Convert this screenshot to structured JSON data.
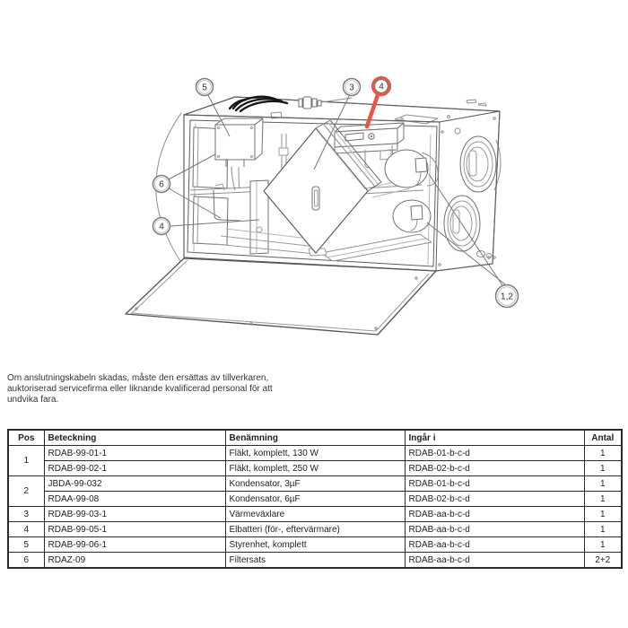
{
  "page": {
    "background": "#ffffff"
  },
  "diagram": {
    "accent_color": "#e2574a",
    "line_color": "#5f5f5f",
    "callouts": [
      {
        "id": "callout-5",
        "label": "5"
      },
      {
        "id": "callout-3",
        "label": "3"
      },
      {
        "id": "callout-4-highlighted",
        "label": "4",
        "highlighted": true
      },
      {
        "id": "callout-6",
        "label": "6"
      },
      {
        "id": "callout-4",
        "label": "4"
      },
      {
        "id": "callout-1-2",
        "label": "1,2"
      }
    ]
  },
  "note": {
    "text": "Om anslutningskabeln skadas, måste den ersättas av tillverkaren,\nauktoriserad servicefirma eller liknande kvalificerad personal för att\nundvika fara."
  },
  "table": {
    "headers": [
      "Pos",
      "Beteckning",
      "Benämning",
      "Ingår i",
      "Antal"
    ],
    "rows": [
      {
        "pos": "1",
        "beteckning": "RDAB-99-01-1",
        "benamning": "Fläkt, komplett, 130 W",
        "ingar": "RDAB-01-b-c-d",
        "antal": "1"
      },
      {
        "beteckning": "RDAB-99-02-1",
        "benamning": "Fläkt, komplett, 250 W",
        "ingar": "RDAB-02-b-c-d",
        "antal": "1"
      },
      {
        "pos": "2",
        "beteckning": "JBDA-99-032",
        "benamning": "Kondensator, 3µF",
        "ingar": "RDAB-01-b-c-d",
        "antal": "1"
      },
      {
        "beteckning": "RDAA-99-08",
        "benamning": "Kondensator, 6µF",
        "ingar": "RDAB-02-b-c-d",
        "antal": "1"
      },
      {
        "pos": "3",
        "beteckning": "RDAB-99-03-1",
        "benamning": "Värmeväxlare",
        "ingar": "RDAB-aa-b-c-d",
        "antal": "1"
      },
      {
        "pos": "4",
        "beteckning": "RDAB-99-05-1",
        "benamning": "Elbatteri (för-, eftervärmare)",
        "ingar": "RDAB-aa-b-c-d",
        "antal": "1"
      },
      {
        "pos": "5",
        "beteckning": "RDAB-99-06-1",
        "benamning": "Styrenhet, komplett",
        "ingar": "RDAB-aa-b-c-d",
        "antal": "1"
      },
      {
        "pos": "6",
        "beteckning": "RDAZ-09",
        "benamning": "Filtersats",
        "ingar": "RDAB-aa-b-c-d",
        "antal": "2+2"
      }
    ]
  }
}
